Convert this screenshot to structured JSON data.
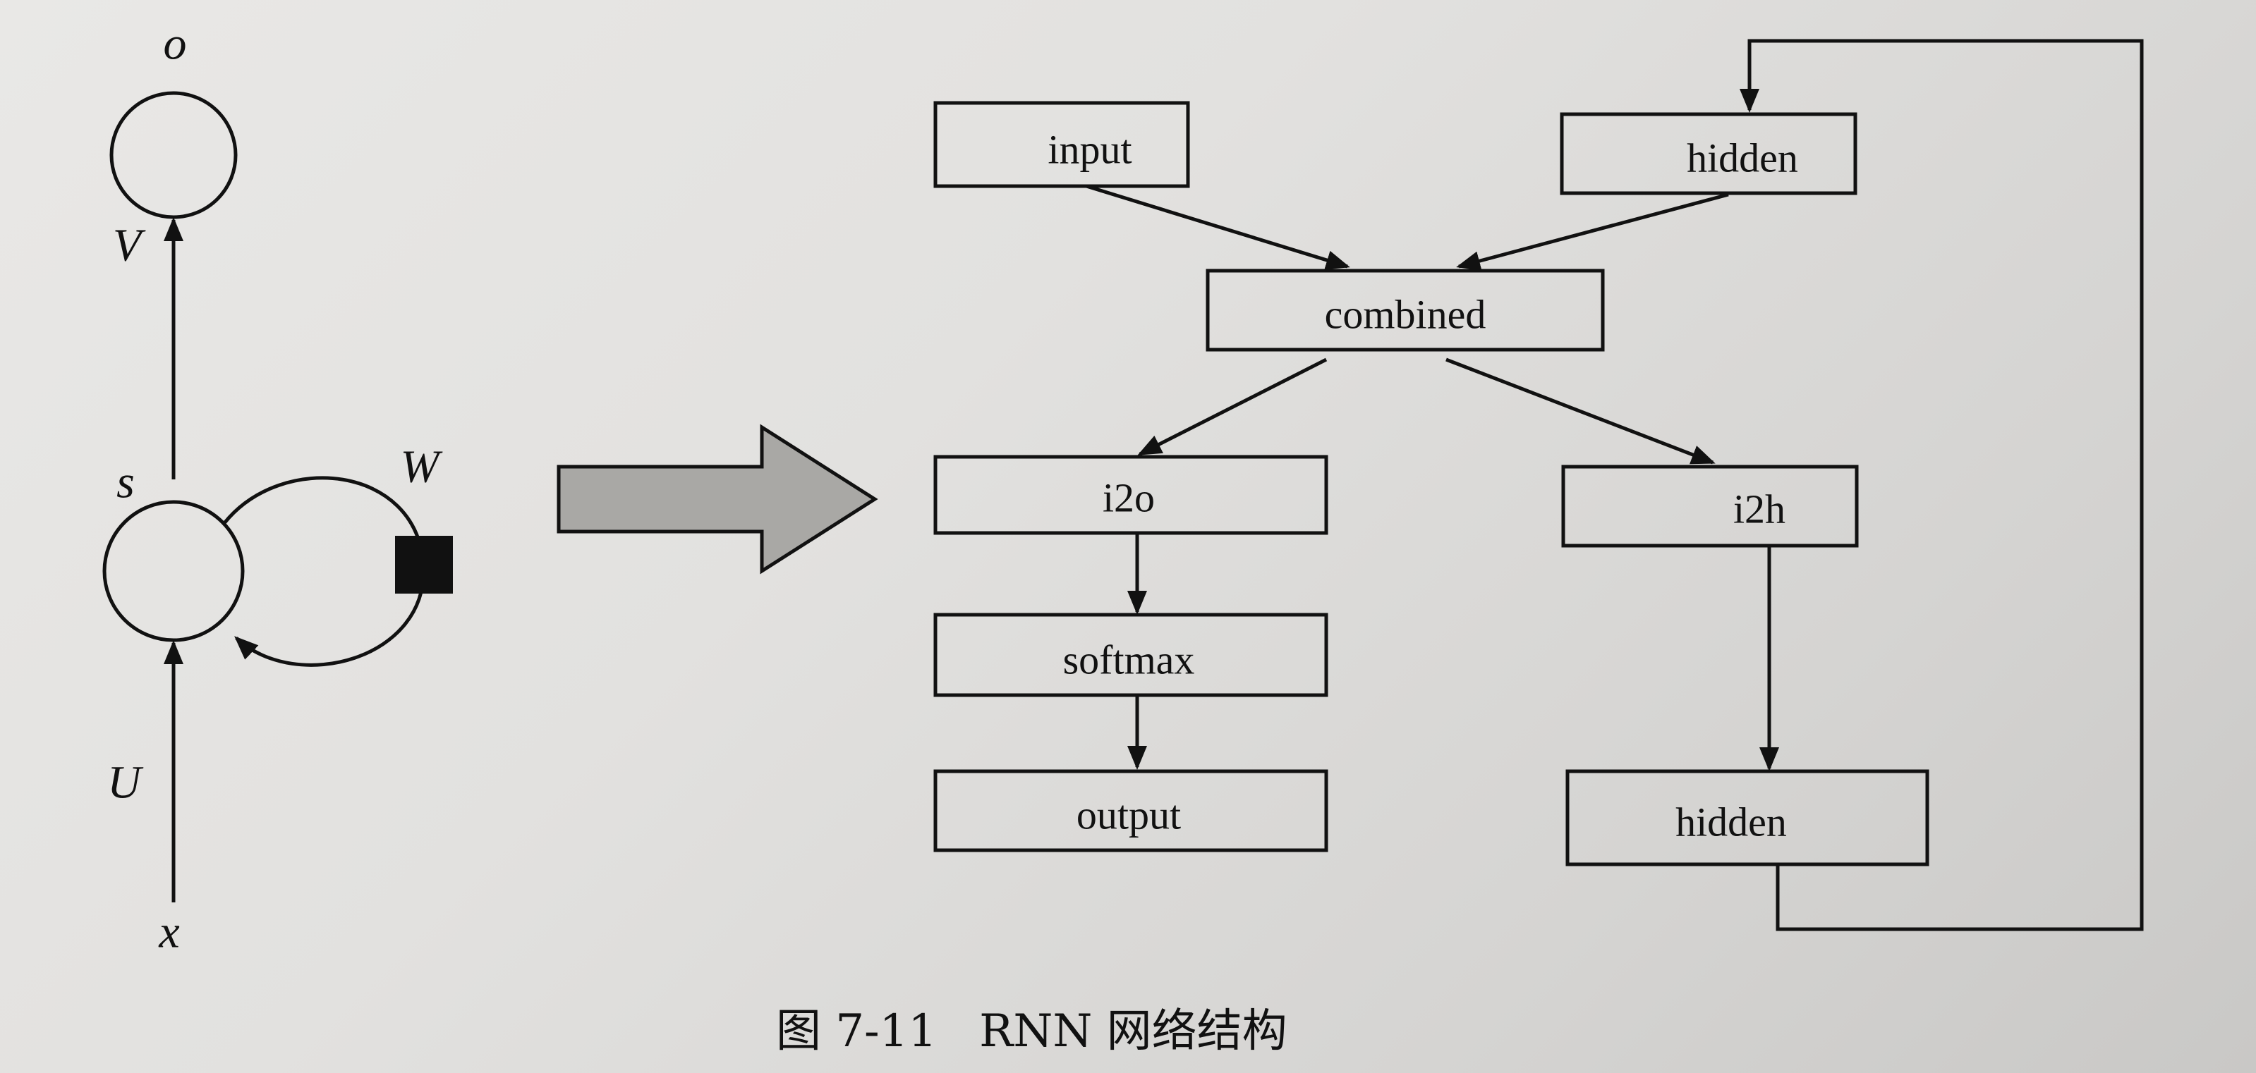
{
  "rnn_unit": {
    "output_label": "o",
    "weight_v_label": "V",
    "state_label": "s",
    "weight_w_label": "W",
    "weight_u_label": "U",
    "input_label": "x"
  },
  "flowchart": {
    "nodes": {
      "input": "input",
      "hidden_in": "hidden",
      "combined": "combined",
      "i2o": "i2o",
      "i2h": "i2h",
      "softmax": "softmax",
      "output": "output",
      "hidden_out": "hidden"
    }
  },
  "caption": {
    "figure_number": "图 7-11",
    "title": "RNN 网络结构"
  },
  "colors": {
    "stroke": "#111111",
    "transform_arrow_fill": "#a9a8a5",
    "page_background": "#e4e3e1"
  }
}
